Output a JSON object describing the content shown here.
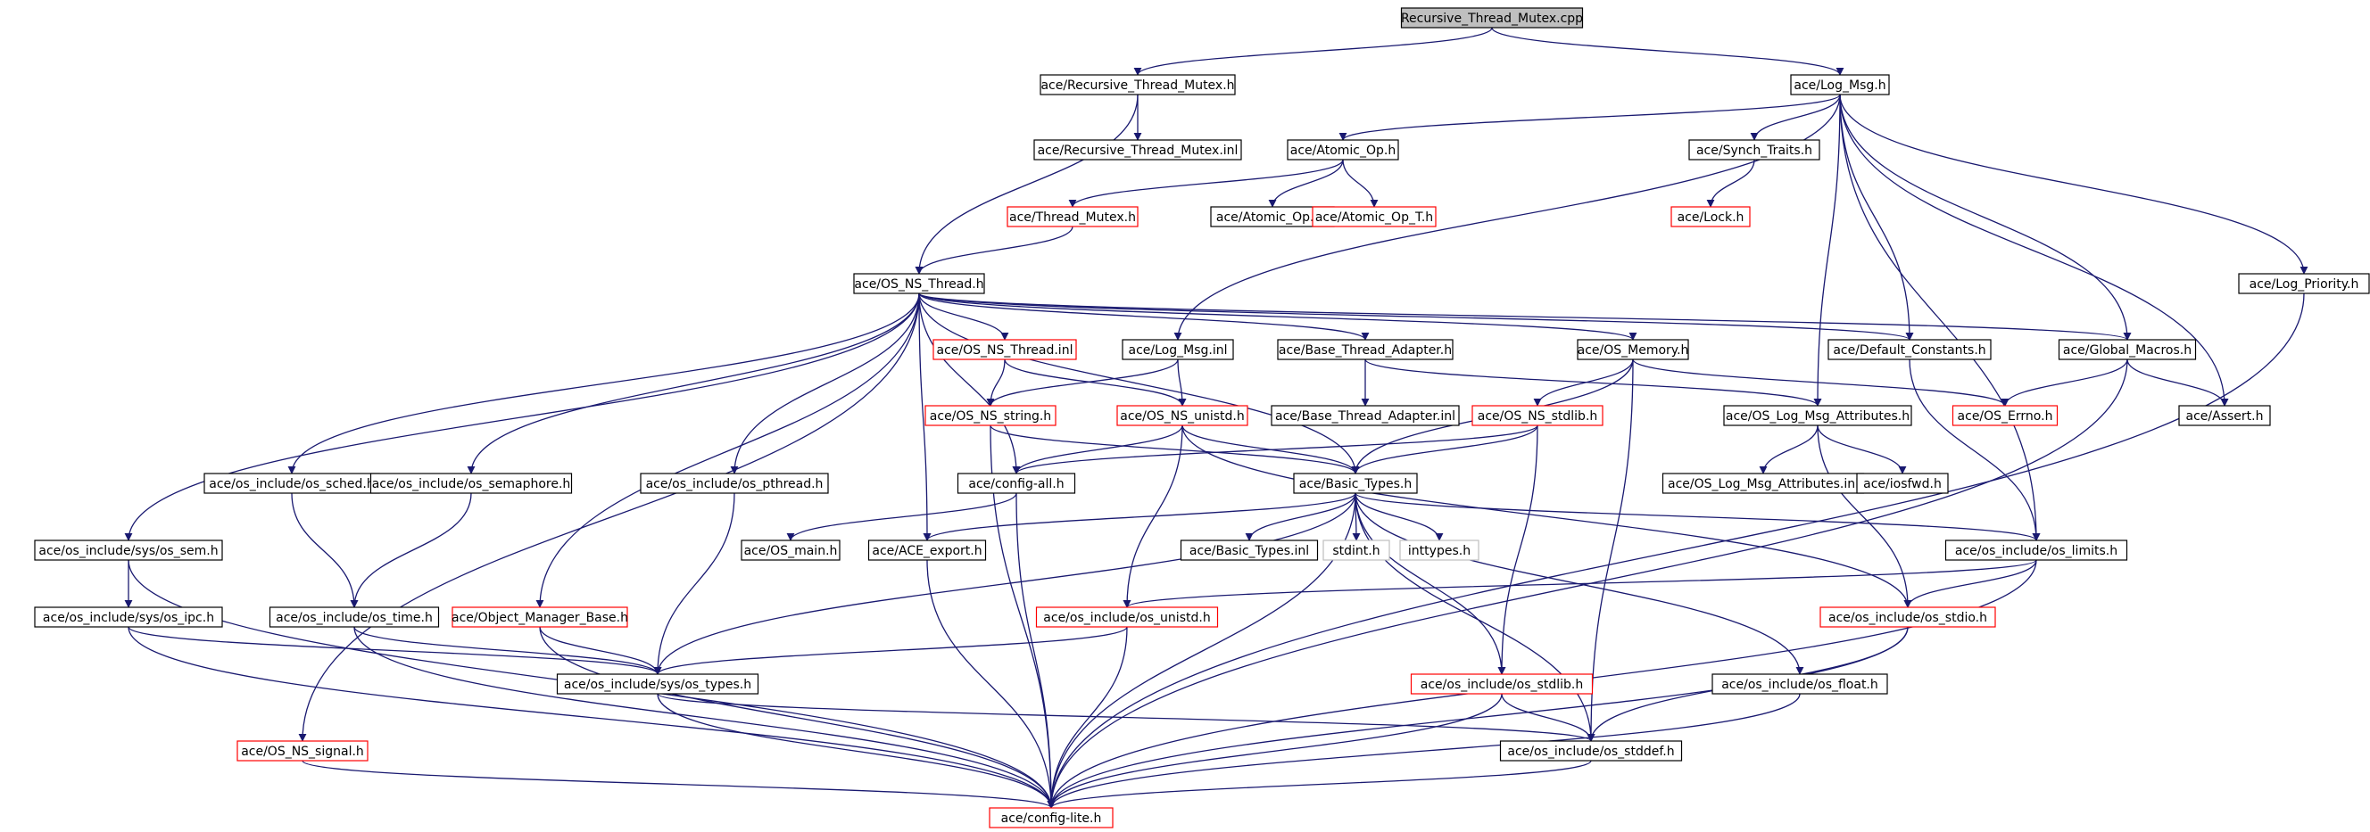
{
  "colors": {
    "edge": "#191970",
    "arrow": "#191970",
    "border_default": "#000000",
    "border_truncated": "#ff0000",
    "border_system": "#bfbfbf",
    "root_fill": "#bfbfbf",
    "node_fill": "#ffffff"
  },
  "nodes": [
    {
      "id": "root",
      "label": "Recursive_Thread_Mutex.cpp",
      "kind": "root"
    },
    {
      "id": "rtm_h",
      "label": "ace/Recursive_Thread_Mutex.h",
      "kind": "default"
    },
    {
      "id": "rtm_inl",
      "label": "ace/Recursive_Thread_Mutex.inl",
      "kind": "default"
    },
    {
      "id": "log_msg_h",
      "label": "ace/Log_Msg.h",
      "kind": "default"
    },
    {
      "id": "atomic_op_h",
      "label": "ace/Atomic_Op.h",
      "kind": "default"
    },
    {
      "id": "synch_traits_h",
      "label": "ace/Synch_Traits.h",
      "kind": "default"
    },
    {
      "id": "thread_mutex_h",
      "label": "ace/Thread_Mutex.h",
      "kind": "truncated"
    },
    {
      "id": "atomic_op_inl",
      "label": "ace/Atomic_Op.inl",
      "kind": "default"
    },
    {
      "id": "atomic_op_t_h",
      "label": "ace/Atomic_Op_T.h",
      "kind": "truncated"
    },
    {
      "id": "lock_h",
      "label": "ace/Lock.h",
      "kind": "truncated"
    },
    {
      "id": "log_priority_h",
      "label": "ace/Log_Priority.h",
      "kind": "default"
    },
    {
      "id": "os_ns_thread_h",
      "label": "ace/OS_NS_Thread.h",
      "kind": "default"
    },
    {
      "id": "os_ns_thread_inl",
      "label": "ace/OS_NS_Thread.inl",
      "kind": "truncated"
    },
    {
      "id": "log_msg_inl",
      "label": "ace/Log_Msg.inl",
      "kind": "default"
    },
    {
      "id": "base_thread_adapter_h",
      "label": "ace/Base_Thread_Adapter.h",
      "kind": "default"
    },
    {
      "id": "os_memory_h",
      "label": "ace/OS_Memory.h",
      "kind": "default"
    },
    {
      "id": "default_constants_h",
      "label": "ace/Default_Constants.h",
      "kind": "default"
    },
    {
      "id": "global_macros_h",
      "label": "ace/Global_Macros.h",
      "kind": "default"
    },
    {
      "id": "os_ns_string_h",
      "label": "ace/OS_NS_string.h",
      "kind": "truncated"
    },
    {
      "id": "os_ns_unistd_h",
      "label": "ace/OS_NS_unistd.h",
      "kind": "truncated"
    },
    {
      "id": "base_thread_adapter_inl",
      "label": "ace/Base_Thread_Adapter.inl",
      "kind": "default"
    },
    {
      "id": "os_ns_stdlib_h",
      "label": "ace/OS_NS_stdlib.h",
      "kind": "truncated"
    },
    {
      "id": "os_log_msg_attributes_h",
      "label": "ace/OS_Log_Msg_Attributes.h",
      "kind": "default"
    },
    {
      "id": "os_errno_h",
      "label": "ace/OS_Errno.h",
      "kind": "truncated"
    },
    {
      "id": "assert_h",
      "label": "ace/Assert.h",
      "kind": "default"
    },
    {
      "id": "os_sched_h",
      "label": "ace/os_include/os_sched.h",
      "kind": "default"
    },
    {
      "id": "os_semaphore_h",
      "label": "ace/os_include/os_semaphore.h",
      "kind": "default"
    },
    {
      "id": "os_pthread_h",
      "label": "ace/os_include/os_pthread.h",
      "kind": "default"
    },
    {
      "id": "config_all_h",
      "label": "ace/config-all.h",
      "kind": "default"
    },
    {
      "id": "basic_types_h",
      "label": "ace/Basic_Types.h",
      "kind": "default"
    },
    {
      "id": "os_log_msg_attributes_inl",
      "label": "ace/OS_Log_Msg_Attributes.inl",
      "kind": "default"
    },
    {
      "id": "iosfwd_h",
      "label": "ace/iosfwd.h",
      "kind": "default"
    },
    {
      "id": "os_sem_h",
      "label": "ace/os_include/sys/os_sem.h",
      "kind": "default"
    },
    {
      "id": "os_main_h",
      "label": "ace/OS_main.h",
      "kind": "default"
    },
    {
      "id": "ace_export_h",
      "label": "ace/ACE_export.h",
      "kind": "default"
    },
    {
      "id": "basic_types_inl",
      "label": "ace/Basic_Types.inl",
      "kind": "default"
    },
    {
      "id": "stdint_h",
      "label": "stdint.h",
      "kind": "system"
    },
    {
      "id": "inttypes_h",
      "label": "inttypes.h",
      "kind": "system"
    },
    {
      "id": "os_limits_h",
      "label": "ace/os_include/os_limits.h",
      "kind": "default"
    },
    {
      "id": "os_ipc_h",
      "label": "ace/os_include/sys/os_ipc.h",
      "kind": "default"
    },
    {
      "id": "os_time_h",
      "label": "ace/os_include/os_time.h",
      "kind": "default"
    },
    {
      "id": "object_manager_base_h",
      "label": "ace/Object_Manager_Base.h",
      "kind": "truncated"
    },
    {
      "id": "os_unistd_h",
      "label": "ace/os_include/os_unistd.h",
      "kind": "truncated"
    },
    {
      "id": "os_stdio_h",
      "label": "ace/os_include/os_stdio.h",
      "kind": "truncated"
    },
    {
      "id": "os_types_h",
      "label": "ace/os_include/sys/os_types.h",
      "kind": "default"
    },
    {
      "id": "os_stdlib_h",
      "label": "ace/os_include/os_stdlib.h",
      "kind": "truncated"
    },
    {
      "id": "os_float_h",
      "label": "ace/os_include/os_float.h",
      "kind": "default"
    },
    {
      "id": "os_ns_signal_h",
      "label": "ace/OS_NS_signal.h",
      "kind": "truncated"
    },
    {
      "id": "os_stddef_h",
      "label": "ace/os_include/os_stddef.h",
      "kind": "default"
    },
    {
      "id": "config_lite_h",
      "label": "ace/config-lite.h",
      "kind": "truncated"
    }
  ],
  "edges": [
    [
      "root",
      "rtm_h"
    ],
    [
      "root",
      "log_msg_h"
    ],
    [
      "rtm_h",
      "rtm_inl"
    ],
    [
      "rtm_h",
      "os_ns_thread_h"
    ],
    [
      "log_msg_h",
      "atomic_op_h"
    ],
    [
      "log_msg_h",
      "synch_traits_h"
    ],
    [
      "log_msg_h",
      "log_priority_h"
    ],
    [
      "log_msg_h",
      "log_msg_inl"
    ],
    [
      "log_msg_h",
      "default_constants_h"
    ],
    [
      "log_msg_h",
      "global_macros_h"
    ],
    [
      "log_msg_h",
      "os_log_msg_attributes_h"
    ],
    [
      "log_msg_h",
      "assert_h"
    ],
    [
      "log_msg_h",
      "os_limits_h"
    ],
    [
      "atomic_op_h",
      "thread_mutex_h"
    ],
    [
      "atomic_op_h",
      "atomic_op_inl"
    ],
    [
      "atomic_op_h",
      "atomic_op_t_h"
    ],
    [
      "synch_traits_h",
      "lock_h"
    ],
    [
      "thread_mutex_h",
      "os_ns_thread_h"
    ],
    [
      "log_priority_h",
      "config_lite_h"
    ],
    [
      "os_ns_thread_h",
      "os_ns_thread_inl"
    ],
    [
      "os_ns_thread_h",
      "base_thread_adapter_h"
    ],
    [
      "os_ns_thread_h",
      "os_memory_h"
    ],
    [
      "os_ns_thread_h",
      "default_constants_h"
    ],
    [
      "os_ns_thread_h",
      "global_macros_h"
    ],
    [
      "os_ns_thread_h",
      "os_sched_h"
    ],
    [
      "os_ns_thread_h",
      "os_semaphore_h"
    ],
    [
      "os_ns_thread_h",
      "os_pthread_h"
    ],
    [
      "os_ns_thread_h",
      "config_all_h"
    ],
    [
      "os_ns_thread_h",
      "basic_types_h"
    ],
    [
      "os_ns_thread_h",
      "os_sem_h"
    ],
    [
      "os_ns_thread_h",
      "ace_export_h"
    ],
    [
      "os_ns_thread_h",
      "object_manager_base_h"
    ],
    [
      "os_ns_thread_h",
      "os_ns_signal_h"
    ],
    [
      "os_ns_thread_inl",
      "os_ns_string_h"
    ],
    [
      "os_ns_thread_inl",
      "os_ns_unistd_h"
    ],
    [
      "log_msg_inl",
      "os_ns_string_h"
    ],
    [
      "log_msg_inl",
      "os_ns_unistd_h"
    ],
    [
      "base_thread_adapter_h",
      "base_thread_adapter_inl"
    ],
    [
      "base_thread_adapter_h",
      "os_log_msg_attributes_h"
    ],
    [
      "os_memory_h",
      "os_errno_h"
    ],
    [
      "os_memory_h",
      "os_ns_stdlib_h"
    ],
    [
      "os_memory_h",
      "basic_types_h"
    ],
    [
      "os_memory_h",
      "os_stddef_h"
    ],
    [
      "default_constants_h",
      "os_limits_h"
    ],
    [
      "global_macros_h",
      "os_errno_h"
    ],
    [
      "global_macros_h",
      "assert_h"
    ],
    [
      "global_macros_h",
      "config_lite_h"
    ],
    [
      "os_ns_string_h",
      "basic_types_h"
    ],
    [
      "os_ns_string_h",
      "config_lite_h"
    ],
    [
      "os_ns_unistd_h",
      "config_all_h"
    ],
    [
      "os_ns_unistd_h",
      "basic_types_h"
    ],
    [
      "os_ns_unistd_h",
      "os_unistd_h"
    ],
    [
      "os_ns_unistd_h",
      "os_stdio_h"
    ],
    [
      "os_ns_stdlib_h",
      "config_all_h"
    ],
    [
      "os_ns_stdlib_h",
      "basic_types_h"
    ],
    [
      "os_ns_stdlib_h",
      "os_stdlib_h"
    ],
    [
      "os_log_msg_attributes_h",
      "os_log_msg_attributes_inl"
    ],
    [
      "os_log_msg_attributes_h",
      "iosfwd_h"
    ],
    [
      "os_log_msg_attributes_h",
      "os_stdio_h"
    ],
    [
      "os_sched_h",
      "os_time_h"
    ],
    [
      "os_semaphore_h",
      "os_time_h"
    ],
    [
      "os_pthread_h",
      "os_types_h"
    ],
    [
      "config_all_h",
      "os_main_h"
    ],
    [
      "config_all_h",
      "config_lite_h"
    ],
    [
      "basic_types_h",
      "ace_export_h"
    ],
    [
      "basic_types_h",
      "basic_types_inl"
    ],
    [
      "basic_types_h",
      "stdint_h"
    ],
    [
      "basic_types_h",
      "inttypes_h"
    ],
    [
      "basic_types_h",
      "os_limits_h"
    ],
    [
      "basic_types_h",
      "os_types_h"
    ],
    [
      "basic_types_h",
      "os_stdlib_h"
    ],
    [
      "basic_types_h",
      "os_float_h"
    ],
    [
      "basic_types_h",
      "os_stddef_h"
    ],
    [
      "basic_types_h",
      "config_lite_h"
    ],
    [
      "os_sem_h",
      "os_ipc_h"
    ],
    [
      "os_sem_h",
      "config_lite_h"
    ],
    [
      "ace_export_h",
      "config_lite_h"
    ],
    [
      "os_limits_h",
      "os_unistd_h"
    ],
    [
      "os_limits_h",
      "os_stdio_h"
    ],
    [
      "os_limits_h",
      "config_lite_h"
    ],
    [
      "os_ipc_h",
      "os_types_h"
    ],
    [
      "os_ipc_h",
      "config_lite_h"
    ],
    [
      "os_time_h",
      "os_types_h"
    ],
    [
      "os_time_h",
      "config_lite_h"
    ],
    [
      "object_manager_base_h",
      "os_types_h"
    ],
    [
      "object_manager_base_h",
      "config_lite_h"
    ],
    [
      "os_unistd_h",
      "os_types_h"
    ],
    [
      "os_unistd_h",
      "config_lite_h"
    ],
    [
      "os_stdio_h",
      "os_stddef_h"
    ],
    [
      "os_stdio_h",
      "config_lite_h"
    ],
    [
      "os_types_h",
      "os_stddef_h"
    ],
    [
      "os_types_h",
      "config_lite_h"
    ],
    [
      "os_stdlib_h",
      "os_stddef_h"
    ],
    [
      "os_stdlib_h",
      "config_lite_h"
    ],
    [
      "os_float_h",
      "config_lite_h"
    ],
    [
      "os_ns_signal_h",
      "config_lite_h"
    ],
    [
      "os_stddef_h",
      "config_lite_h"
    ]
  ]
}
